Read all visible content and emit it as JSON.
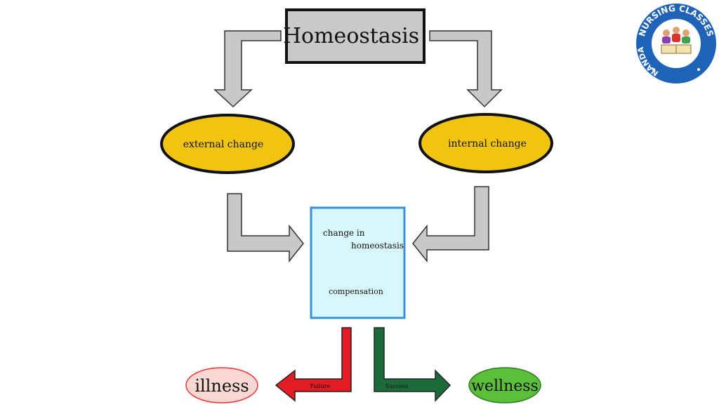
{
  "diagram": {
    "title": "Homeostasis",
    "left_node": "external change",
    "right_node": "internal change",
    "center_line1": "change in",
    "center_line2": "homeostasis",
    "center_line3": "compensation",
    "failure_label": "Failure",
    "success_label": "Success",
    "outcome_bad": "illness",
    "outcome_good": "wellness"
  },
  "logo": {
    "text_top": "NURSING CLASSES",
    "text_side": "NANDA",
    "ring_color": "#1e63b8"
  },
  "colors": {
    "arrow_gray": "#c8c8c8",
    "node_yellow": "#f1c40f",
    "box_fill": "#d8f7fc",
    "box_stroke": "#3b8fd9",
    "failure_red": "#e31b23",
    "success_green": "#1e6b3a",
    "illness_fill": "#f9d7d3",
    "wellness_fill": "#5bbf3c"
  }
}
